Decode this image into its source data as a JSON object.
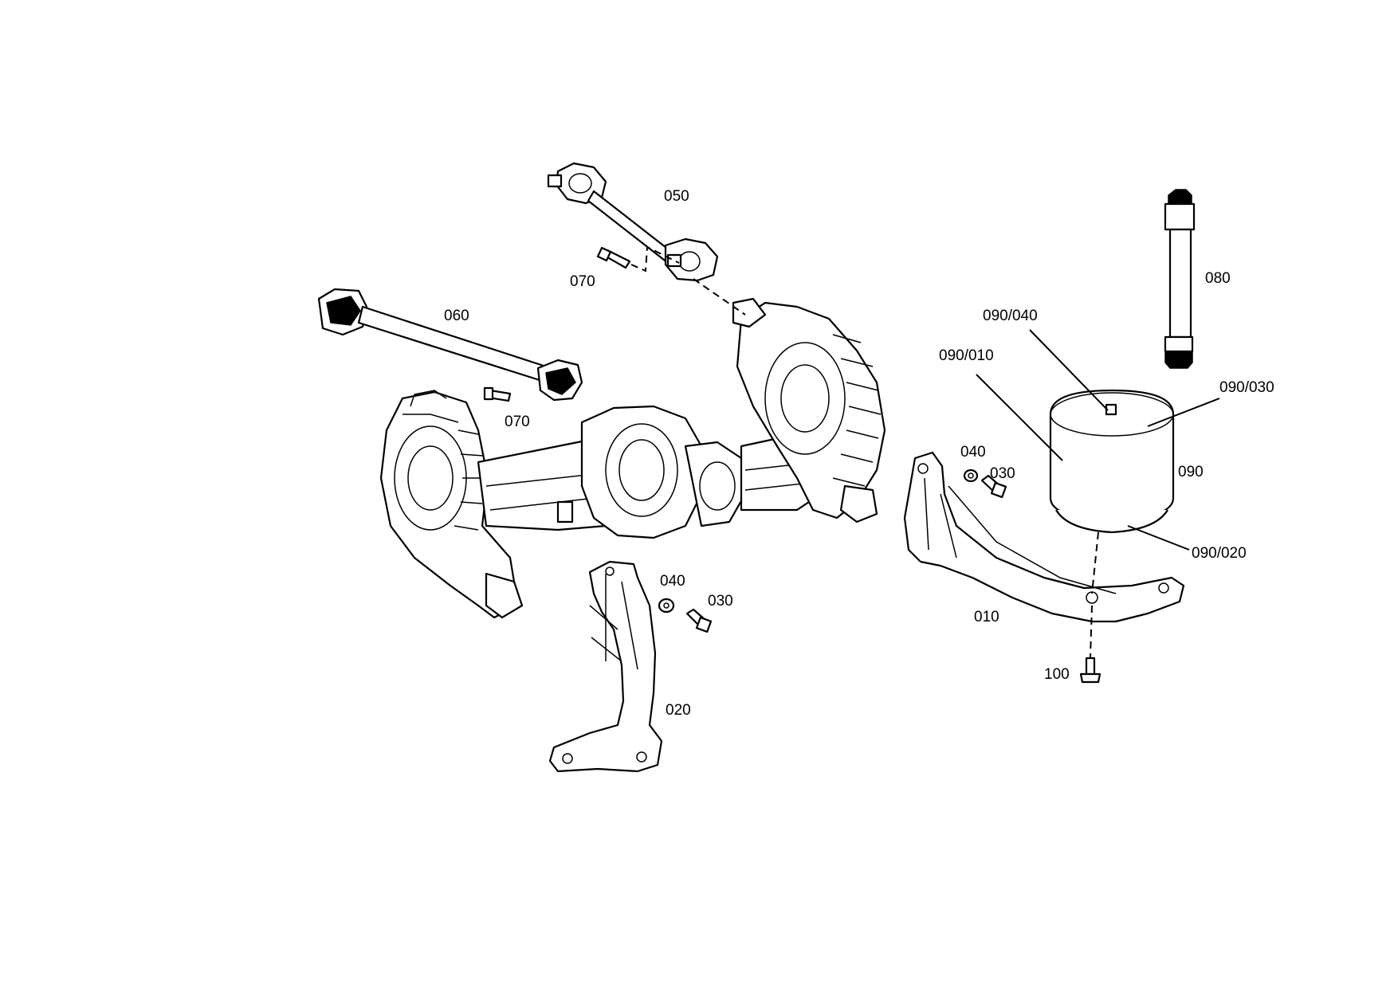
{
  "labels": {
    "p050": "050",
    "p070_top": "070",
    "p060": "060",
    "p070_mid": "070",
    "p080": "080",
    "p090_040": "090/040",
    "p090_010": "090/010",
    "p090_030": "090/030",
    "p040_right": "040",
    "p030_right": "030",
    "p090": "090",
    "p090_020": "090/020",
    "p040_left": "040",
    "p030_left": "030",
    "p010": "010",
    "p100": "100",
    "p020": "020"
  },
  "colors": {
    "line": "#000000",
    "background": "#ffffff"
  }
}
